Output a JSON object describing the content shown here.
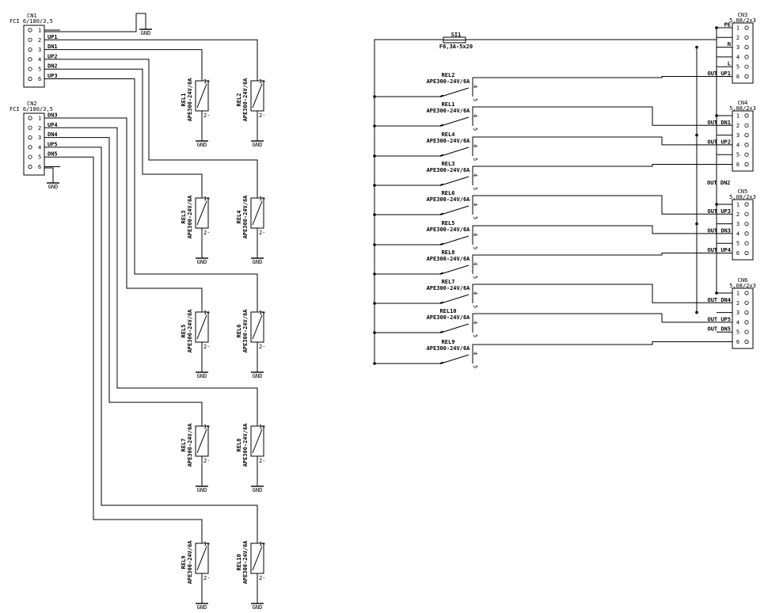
{
  "conn_in": [
    {
      "ref": "CN1",
      "type": "FCI 6/180/3,5",
      "pins": [
        {
          "num": "1",
          "net": ""
        },
        {
          "num": "2",
          "net": "UP1"
        },
        {
          "num": "3",
          "net": "DN1"
        },
        {
          "num": "4",
          "net": "UP2"
        },
        {
          "num": "5",
          "net": "DN2"
        },
        {
          "num": "6",
          "net": "UP3"
        }
      ],
      "gnd": "GND"
    },
    {
      "ref": "CN2",
      "type": "FCI 6/180/3,5",
      "pins": [
        {
          "num": "1",
          "net": "DN3"
        },
        {
          "num": "2",
          "net": "UP4"
        },
        {
          "num": "3",
          "net": "DN4"
        },
        {
          "num": "4",
          "net": "UP5"
        },
        {
          "num": "5",
          "net": "DN5"
        },
        {
          "num": "6",
          "net": ""
        }
      ],
      "gnd": "GND"
    }
  ],
  "coil_gnd": "GND",
  "coil_pins": {
    "plus": "1+",
    "minus": "2-"
  },
  "coils": [
    {
      "ref": "REL1",
      "value": "APE300-24V/6A"
    },
    {
      "ref": "REL2",
      "value": "APE300-24V/6A"
    },
    {
      "ref": "REL3",
      "value": "APE300-24V/6A"
    },
    {
      "ref": "REL4",
      "value": "APE300-24V/6A"
    },
    {
      "ref": "REL5",
      "value": "APE300-24V/6A"
    },
    {
      "ref": "REL6",
      "value": "APE300-24V/6A"
    },
    {
      "ref": "REL7",
      "value": "APE300-24V/6A"
    },
    {
      "ref": "REL8",
      "value": "APE300-24V/6A"
    },
    {
      "ref": "REL9",
      "value": "APE300-24V/6A"
    },
    {
      "ref": "REL10",
      "value": "APE300-24V/6A"
    }
  ],
  "fuse": {
    "ref": "SI1",
    "value": "F6,3A-5x20"
  },
  "contact_pins": {
    "a": "4",
    "b": "5"
  },
  "contacts": [
    {
      "ref": "REL2",
      "value": "APE300-24V/6A"
    },
    {
      "ref": "REL1",
      "value": "APE300-24V/6A"
    },
    {
      "ref": "REL4",
      "value": "APE300-24V/6A"
    },
    {
      "ref": "REL3",
      "value": "APE300-24V/6A"
    },
    {
      "ref": "REL6",
      "value": "APE300-24V/6A"
    },
    {
      "ref": "REL5",
      "value": "APE300-24V/6A"
    },
    {
      "ref": "REL8",
      "value": "APE300-24V/6A"
    },
    {
      "ref": "REL7",
      "value": "APE300-24V/6A"
    },
    {
      "ref": "REL10",
      "value": "APE300-24V/6A"
    },
    {
      "ref": "REL9",
      "value": "APE300-24V/6A"
    }
  ],
  "conn_out": [
    {
      "ref": "CN3",
      "type": "5,08/2x3",
      "pins": [
        {
          "num": "1",
          "net": "PE"
        },
        {
          "num": "2",
          "net": ""
        },
        {
          "num": "3",
          "net": "N"
        },
        {
          "num": "4",
          "net": ""
        },
        {
          "num": "5",
          "net": "L"
        },
        {
          "num": "6",
          "net": "OUT UP1"
        }
      ]
    },
    {
      "ref": "CN4",
      "type": "5,08/2x3",
      "pins": [
        {
          "num": "1",
          "net": ""
        },
        {
          "num": "2",
          "net": "OUT DN1"
        },
        {
          "num": "3",
          "net": ""
        },
        {
          "num": "4",
          "net": "OUT UP2"
        },
        {
          "num": "5",
          "net": ""
        },
        {
          "num": "6",
          "net": ""
        }
      ]
    },
    {
      "ref": "CN5",
      "type": "5,08/2x3",
      "pins": [
        {
          "num": "1",
          "net": ""
        },
        {
          "num": "2",
          "net": "OUT UP3"
        },
        {
          "num": "3",
          "net": ""
        },
        {
          "num": "4",
          "net": "OUT DN3"
        },
        {
          "num": "5",
          "net": ""
        },
        {
          "num": "6",
          "net": "OUT UP4"
        }
      ]
    },
    {
      "ref": "CN6",
      "type": "5,08/2x3",
      "pins": [
        {
          "num": "1",
          "net": ""
        },
        {
          "num": "2",
          "net": "OUT DN4"
        },
        {
          "num": "3",
          "net": ""
        },
        {
          "num": "4",
          "net": "OUT UP5"
        },
        {
          "num": "5",
          "net": "OUT DN5"
        },
        {
          "num": "6",
          "net": ""
        }
      ]
    }
  ],
  "float_labels": [
    "OUT DN2"
  ]
}
